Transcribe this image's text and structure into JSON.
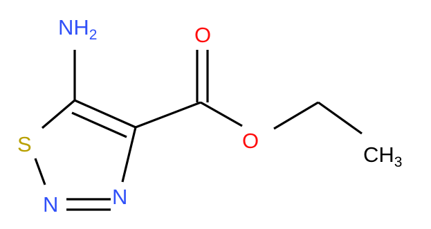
{
  "molecule": {
    "atoms": {
      "amino": {
        "label": "NH",
        "subscript": "2",
        "color": "#3050F8"
      },
      "sulfur": {
        "label": "S",
        "color": "#B8A000"
      },
      "nitrogen_left": {
        "label": "N",
        "color": "#3050F8"
      },
      "nitrogen_right": {
        "label": "N",
        "color": "#3050F8"
      },
      "carbonyl_oxygen": {
        "label": "O",
        "color": "#FF0D0D"
      },
      "ester_oxygen": {
        "label": "O",
        "color": "#FF0D0D"
      },
      "methyl": {
        "label": "CH",
        "subscript": "3",
        "color": "#000000"
      }
    },
    "bond_color": "#000000"
  }
}
